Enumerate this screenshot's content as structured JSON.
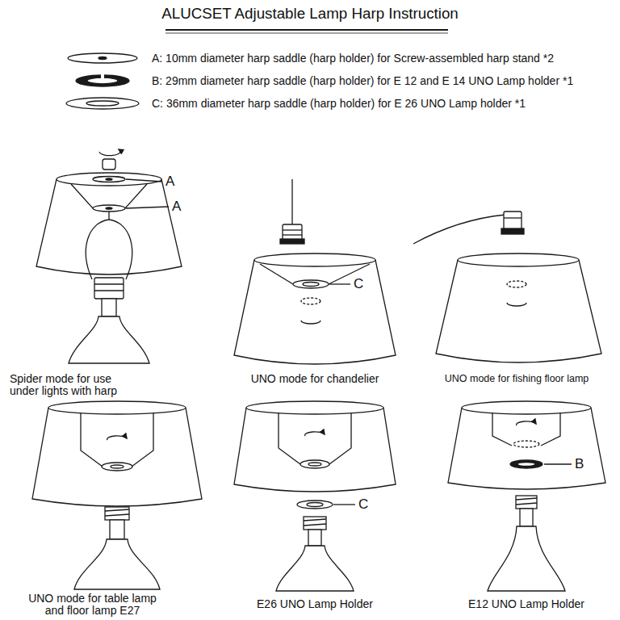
{
  "diagram": {
    "title": "ALUCSET Adjustable Lamp Harp Instruction",
    "labels": [
      "A",
      "A",
      "C",
      "Spider mode for use under lights with harp",
      "UNO mode for chandelier",
      "UNO mode for fishing floor lamp",
      "C",
      "B",
      "UNO mode for table lamp and floor lamp E27",
      "E26 UNO Lamp Holder",
      "E12 UNO Lamp Holder"
    ],
    "legend": [
      {
        "text": "A: 10mm diameter harp saddle (harp holder) for Screw-assembled harp stand *2"
      },
      {
        "text": "B: 29mm diameter harp saddle (harp holder) for E 12 and E 14 UNO Lamp holder *1"
      },
      {
        "text": "C: 36mm diameter harp saddle (harp holder) for E 26 UNO Lamp holder *1"
      }
    ]
  }
}
